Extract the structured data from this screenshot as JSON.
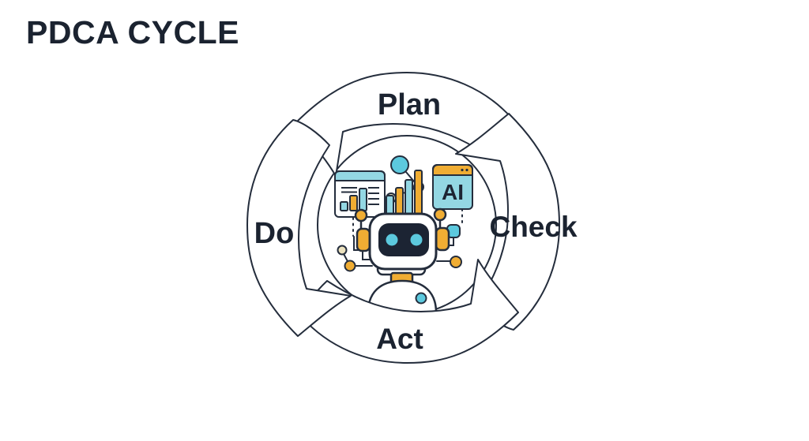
{
  "title": "PDCA CYCLE",
  "diagram": {
    "name": "pdca-cycle-diagram",
    "steps": [
      {
        "label": "Plan",
        "position": "top"
      },
      {
        "label": "Do",
        "position": "left"
      },
      {
        "label": "Check",
        "position": "right"
      },
      {
        "label": "Act",
        "position": "bottom"
      }
    ],
    "center": {
      "ai_window_label": "AI",
      "icons": [
        "analytics-window-icon",
        "node-graph-icon",
        "bar-chart-icon",
        "ai-window-icon",
        "robot-icon"
      ]
    }
  },
  "palette": {
    "outline_navy": "#242d3c",
    "text_navy": "#1b2330",
    "face_navy": "#1c2433",
    "teal_light": "#93d7e3",
    "teal_bright": "#5cc9de",
    "yellow": "#f0ad33",
    "cream": "#ece2bf",
    "background": "#ffffff"
  }
}
